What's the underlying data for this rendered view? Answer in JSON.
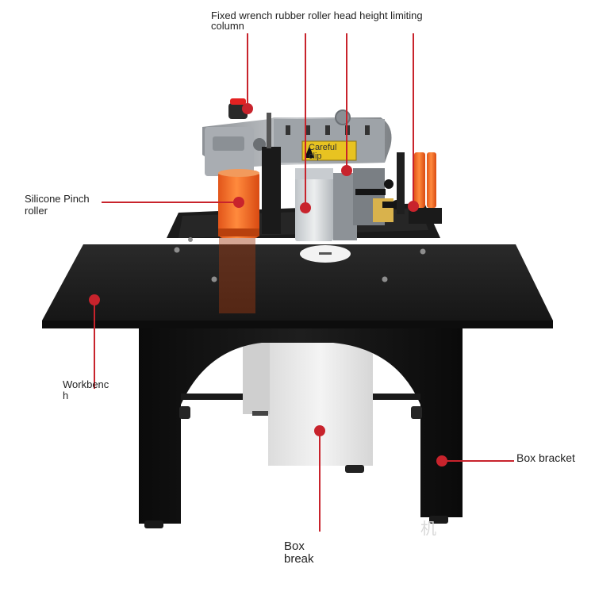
{
  "callouts": {
    "top_line1": "Fixed wrench rubber roller head height limiting",
    "top_line2": "column",
    "silicone_line1": "Silicone Pinch",
    "silicone_line2": "roller",
    "workbench_line1": "Workbenc",
    "workbench_line2": "h",
    "box_bracket": "Box bracket",
    "box_break_line1": "Box",
    "box_break_line2": "break"
  },
  "warning_label": {
    "line1": "Careful",
    "line2": "clip"
  },
  "watermark": "机"
}
